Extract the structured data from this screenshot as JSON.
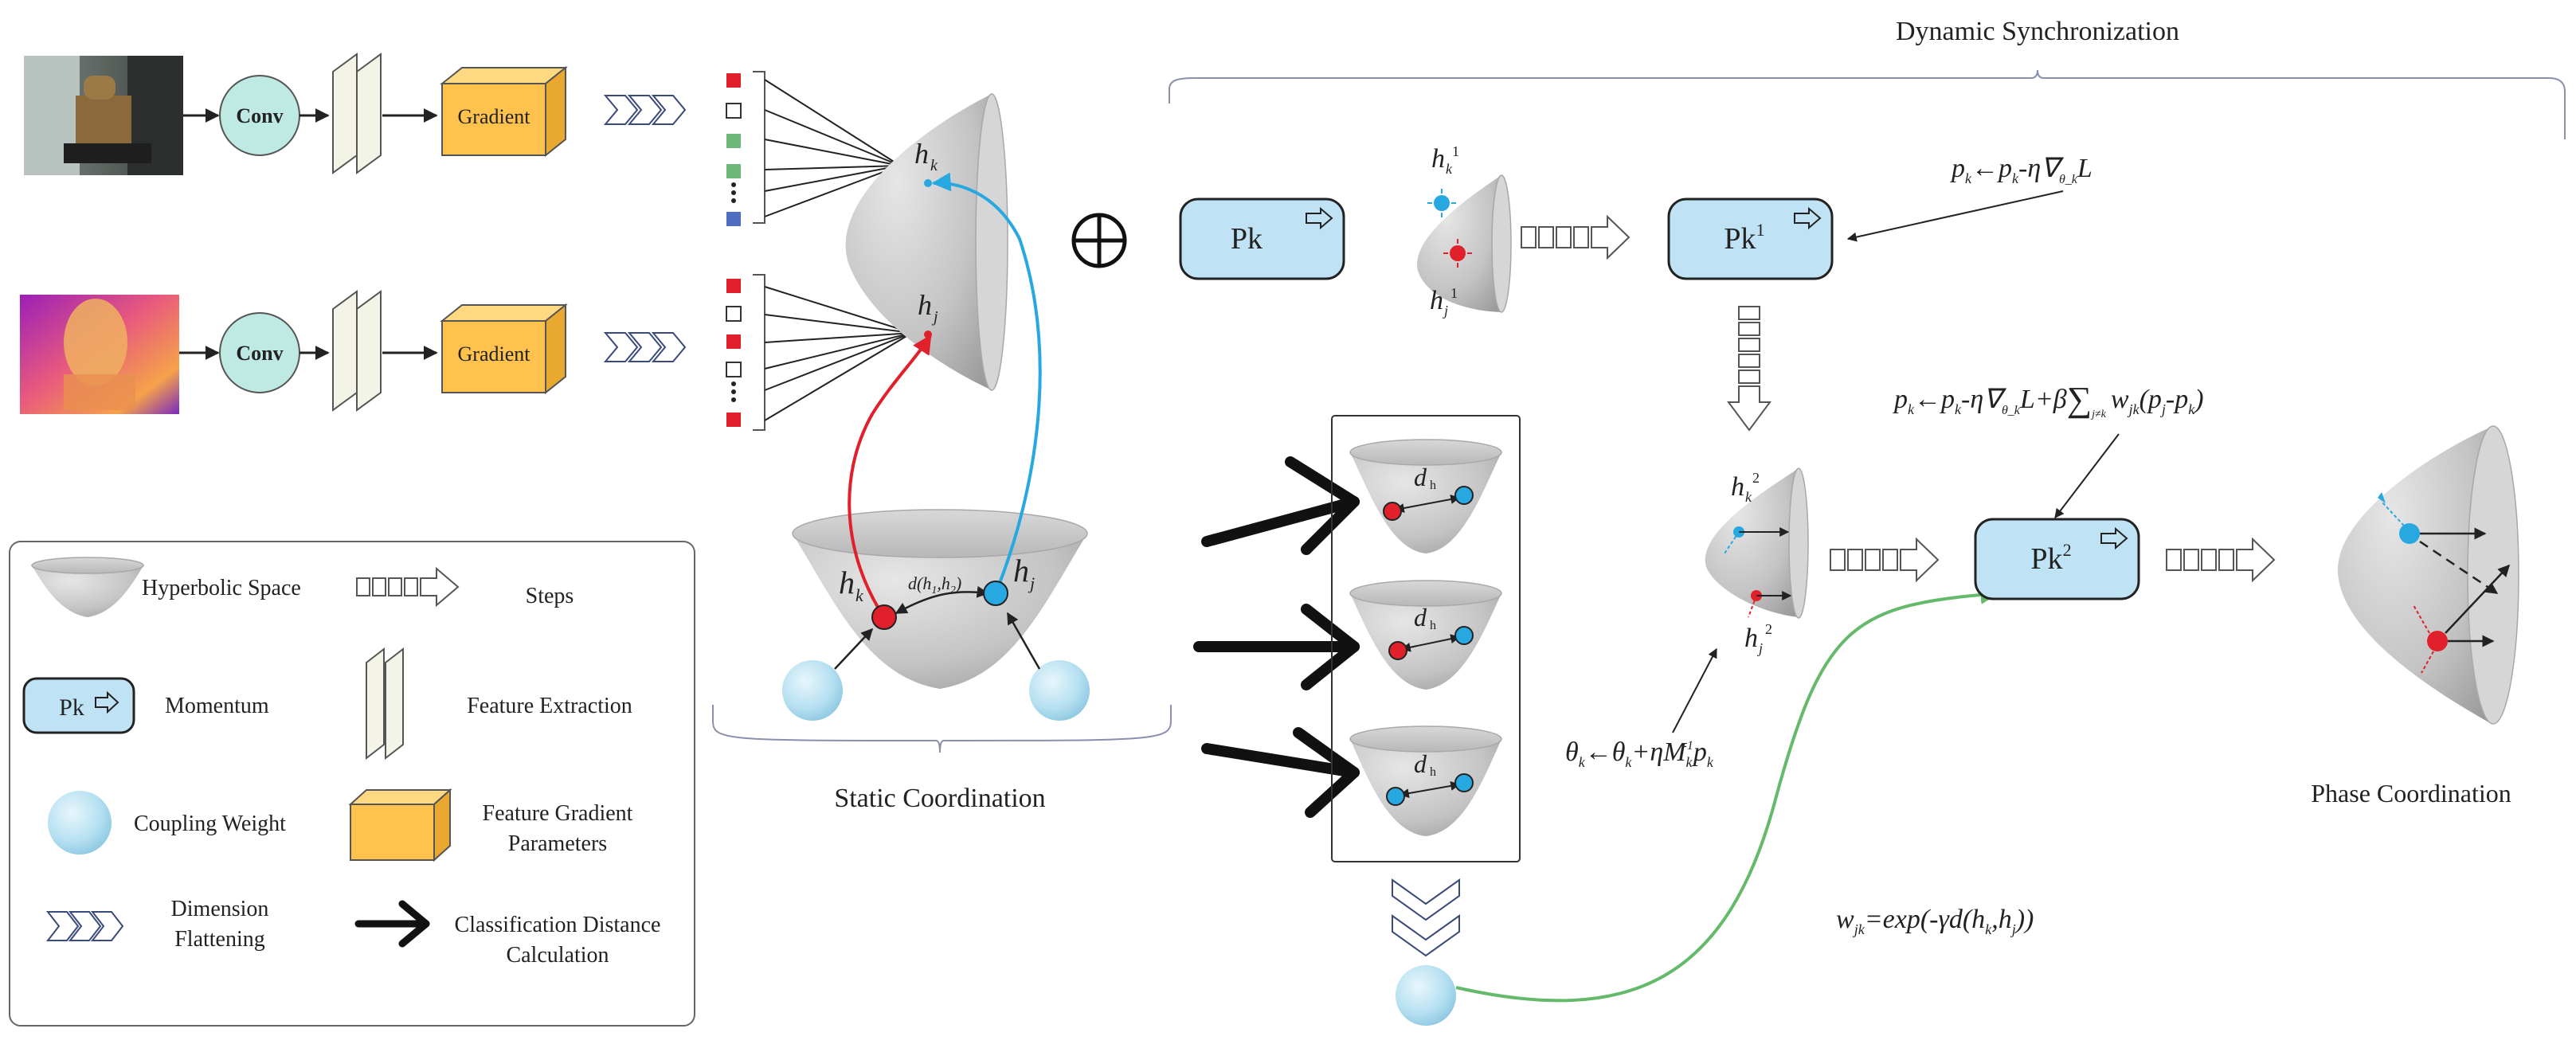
{
  "colors": {
    "gradient_box": "#FFC24D",
    "conv_circle": "#BFE9E3",
    "pk_box": "#BFE3F4",
    "red_point": "#E0202A",
    "blue_point": "#28A8E0",
    "green_point": "#6FB77A",
    "indigo_point": "#4E6DC0",
    "cone": "#C8C8C8",
    "coupling": "#B5E0F1",
    "green_line": "#64B96A"
  },
  "icons": [
    "rgb-image",
    "thermal-image",
    "conv-circle",
    "feature-extraction-icon",
    "gradient-box-icon",
    "dimension-flattening-icon",
    "hyperbolic-cone-icon",
    "coupling-weight-sphere-icon",
    "momentum-box-icon",
    "steps-arrow-icon",
    "classification-arrow-icon",
    "oplus-icon"
  ],
  "pipeline": {
    "conv_label": "Conv",
    "gradient_label": "Gradient"
  },
  "static": {
    "hk": "h",
    "hk_sub": "k",
    "hj": "h",
    "hj_sub": "j",
    "distance": "d(h",
    "distance_s1": "1",
    "distance_mid": ",h",
    "distance_s2": "2",
    "distance_end": ")",
    "title": "Static Coordination"
  },
  "classification": {
    "d": "d",
    "d_sub": "h"
  },
  "dynamic": {
    "title": "Dynamic Synchronization",
    "pk": "Pk",
    "pk1_base": "Pk",
    "pk1_sup": "1",
    "pk2_base": "Pk",
    "pk2_sup": "2",
    "hk1": "h",
    "hk1_sub": "k",
    "hk1_sup": "1",
    "hj1": "h",
    "hj1_sub": "j",
    "hj1_sup": "1",
    "hk2": "h",
    "hk2_sub": "k",
    "hk2_sup": "2",
    "hj2": "h",
    "hj2_sub": "j",
    "hj2_sup": "2",
    "eq1": {
      "a": "p",
      "a_sub": "k",
      "b": "←p",
      "b_sub": "k",
      "c": "-η∇",
      "c_sub": "θ_k",
      "d": "L"
    },
    "eq2": {
      "a": "p",
      "a_sub": "k",
      "b": "←p",
      "b_sub": "k",
      "c": "-η∇",
      "c_sub": "θ_k",
      "d": "L",
      "e": "+β",
      "sum": "∑",
      "sum_sub": "j≠k",
      "w": "w",
      "w_sub": "jk",
      "f": "(p",
      "f_sub": "j",
      "g": "-p",
      "g_sub": "k",
      "h": ")"
    },
    "eq3": {
      "a": "θ",
      "a_sub": "k",
      "b": "←θ",
      "b_sub": "k",
      "c": "+η",
      "d": "M",
      "d_sub": "k",
      "d_sup": "-1",
      "e": "p",
      "e_sub": "k"
    },
    "eq4": {
      "a": "w",
      "a_sub": "jk",
      "b": "=exp(-γ",
      "c": "d(h",
      "c_sub": "k",
      "d": ",h",
      "d_sub": "j",
      "e": "))"
    },
    "phase_title": "Phase Coordination"
  },
  "legend": {
    "hyperbolic_space": "Hyperbolic Space",
    "steps": "Steps",
    "momentum_pk": "Pk",
    "momentum": "Momentum",
    "feature_extraction": "Feature Extraction",
    "coupling_weight": "Coupling Weight",
    "feature_gradient_1": "Feature Gradient",
    "feature_gradient_2": "Parameters",
    "dimension_1": "Dimension",
    "dimension_2": "Flattening",
    "classification_1": "Classification Distance",
    "classification_2": "Calculation"
  }
}
